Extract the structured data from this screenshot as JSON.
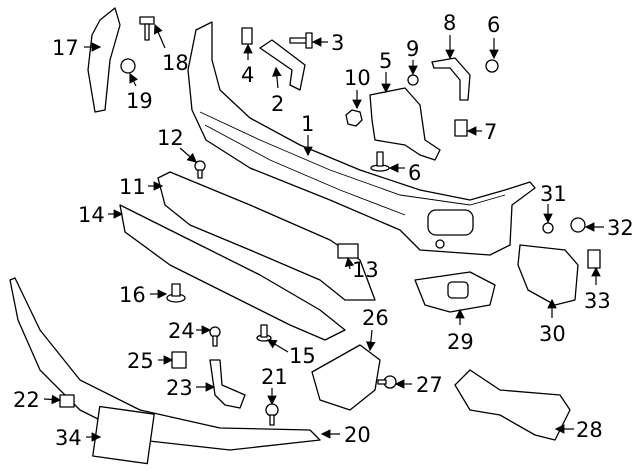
{
  "diagram": {
    "title": "Front bumper assembly parts diagram",
    "callouts": [
      "17",
      "18",
      "3",
      "4",
      "2",
      "8",
      "6",
      "9",
      "5",
      "10",
      "19",
      "1",
      "7",
      "12",
      "6",
      "11",
      "31",
      "32",
      "14",
      "13",
      "16",
      "33",
      "30",
      "26",
      "29",
      "24",
      "15",
      "25",
      "23",
      "21",
      "27",
      "22",
      "34",
      "20",
      "28"
    ]
  }
}
